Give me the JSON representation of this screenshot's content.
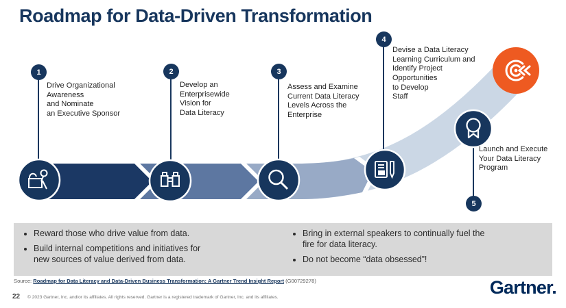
{
  "title": "Roadmap for Data-Driven Transformation",
  "colors": {
    "navy": "#17365D",
    "orange": "#EE5A21",
    "band_segment_1": "#1B3864",
    "band_segment_2": "#5D77A1",
    "band_segment_3": "#98AAC6",
    "band_segment_4": "#CBD7E5",
    "callout_bg": "#D8D8D8",
    "bullet_marker": "#2F5496",
    "logo_navy": "#00295A"
  },
  "steps": [
    {
      "num": "1",
      "text": "Drive Organizational\nAwareness\nand Nominate\nan Executive Sponsor",
      "icon": "speaker-lectern-icon"
    },
    {
      "num": "2",
      "text": "Develop an\nEnterprisewide\nVision for\nData Literacy",
      "icon": "binoculars-icon"
    },
    {
      "num": "3",
      "text": "Assess and Examine\nCurrent Data Literacy\nLevels Across the\nEnterprise",
      "icon": "magnifying-glass-icon"
    },
    {
      "num": "4",
      "text": "Devise a Data Literacy\nLearning Curriculum and\nIdentify Project\nOpportunities\nto Develop\nStaff",
      "icon": "notebook-pencil-icon"
    },
    {
      "num": "5",
      "text": "Launch and Execute\nYour Data Literacy\nProgram",
      "icon": "award-medal-icon"
    }
  ],
  "goal_icon": "target-arrow-icon",
  "callout_box": {
    "left_bullets": [
      "Reward those who drive value from data.",
      "Build internal competitions and initiatives for\nnew sources of value derived from data."
    ],
    "right_bullets": [
      "Bring in external speakers to continually fuel the\nfire for data literacy.",
      "Do not become “data obsessed”!"
    ]
  },
  "source": {
    "label": "Source: ",
    "link_text": "Roadmap for Data Literacy and Data-Driven Business Transformation: A Gartner Trend Insight Report",
    "doc_id": " (G00729278)"
  },
  "footer": {
    "page_number": "22",
    "copyright": "© 2023 Gartner, Inc. and/or its affiliates. All rights reserved. Gartner is a registered trademark of Gartner, Inc. and its affiliates.",
    "logo_text": "Gartner",
    "logo_mark": "."
  }
}
